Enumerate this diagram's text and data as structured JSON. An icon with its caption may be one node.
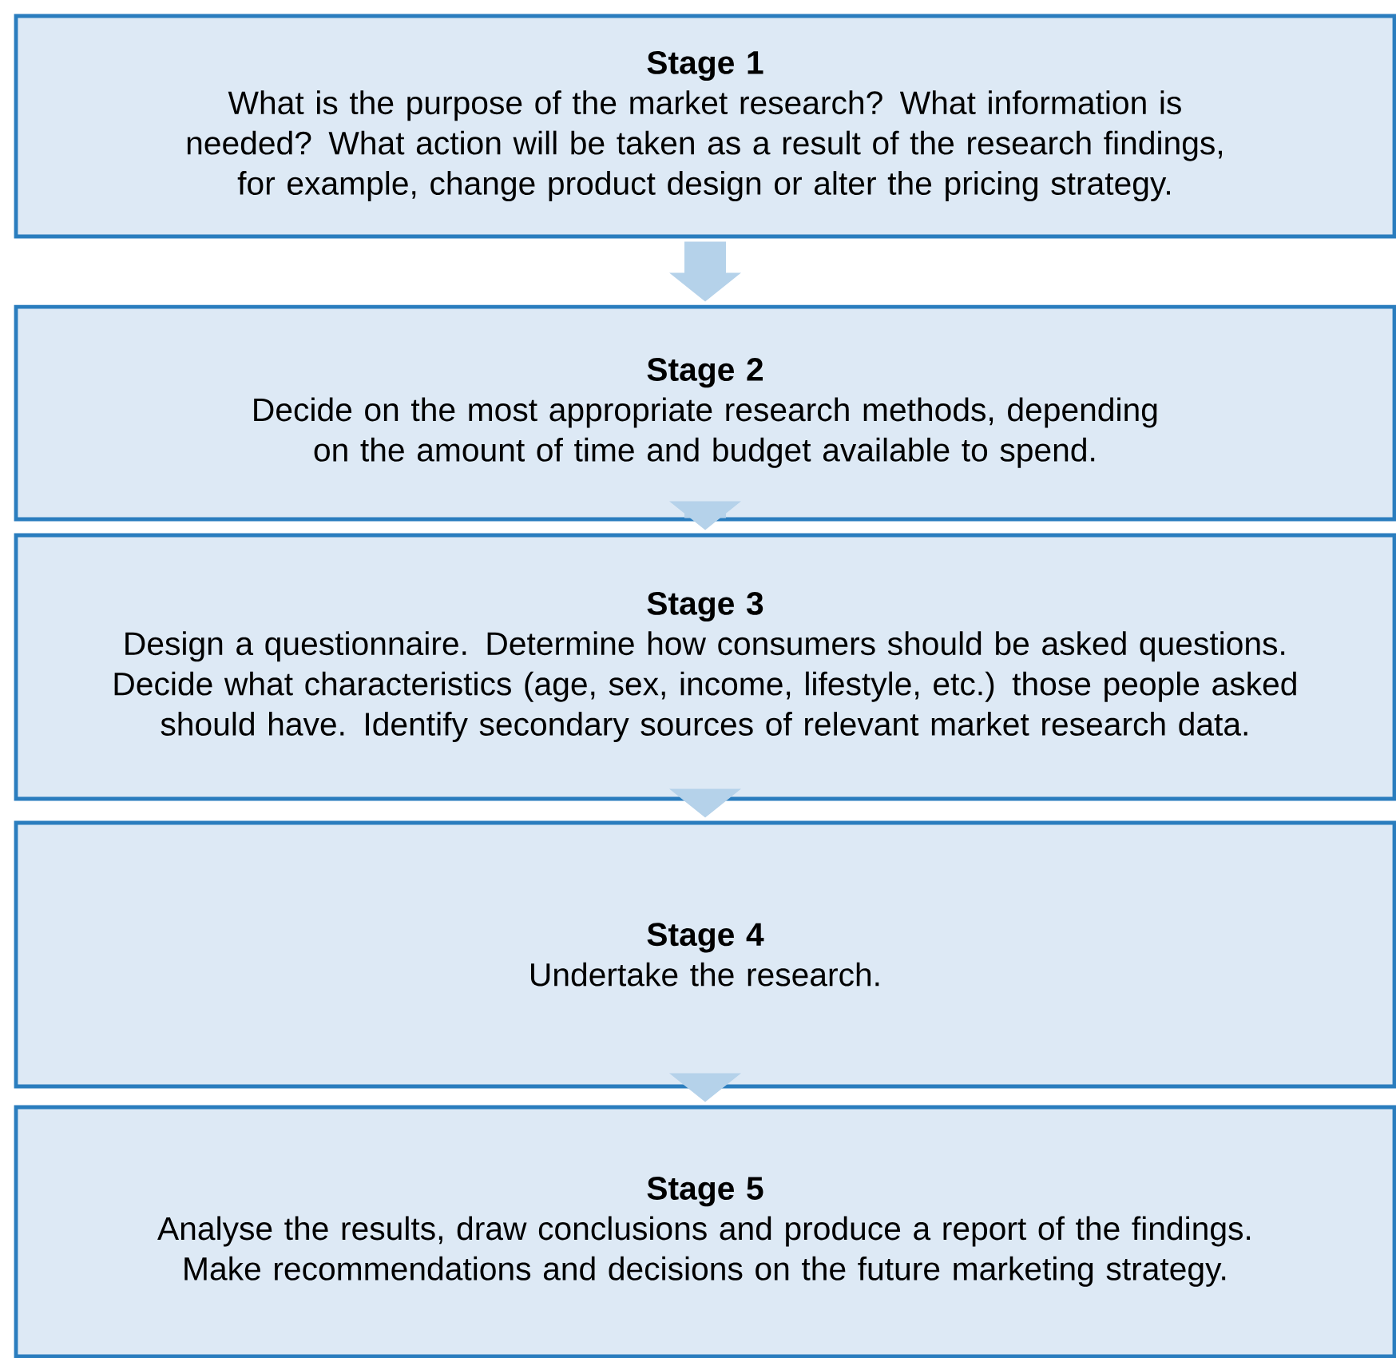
{
  "diagram": {
    "nodes": [
      {
        "text": [
          "Stage 1",
          "What is the purpose of the market research? What information is needed? What action will be taken as a result of the research findings, for example, change product design or alter the pricing strategy."
        ]
      },
      {
        "text": [
          "Stage 2",
          "Decide on the most appropriate research methods, depending on the amount of time and budget available to spend."
        ]
      },
      {
        "text": [
          "Stage 3",
          "Design a questionnaire. Determine how consumers should be asked questions. Decide what characteristics (age, sex, income, lifestyle, etc.) those people asked should have. Identify secondary sources of relevant market research data."
        ]
      },
      {
        "text": [
          "Stage 4",
          "Undertake the research."
        ]
      },
      {
        "text": [
          "Stage 5",
          "Analyse the results, draw conclusions and produce a report of the findings. Make recommendations and decisions on the future marketing strategy."
        ]
      }
    ],
    "edges": [
      {
        "from": 0,
        "to": 1,
        "arrow": "to"
      },
      {
        "from": 1,
        "to": 2,
        "arrow": "to"
      },
      {
        "from": 2,
        "to": 3,
        "arrow": "to"
      },
      {
        "from": 3,
        "to": 4,
        "arrow": "to"
      }
    ]
  }
}
